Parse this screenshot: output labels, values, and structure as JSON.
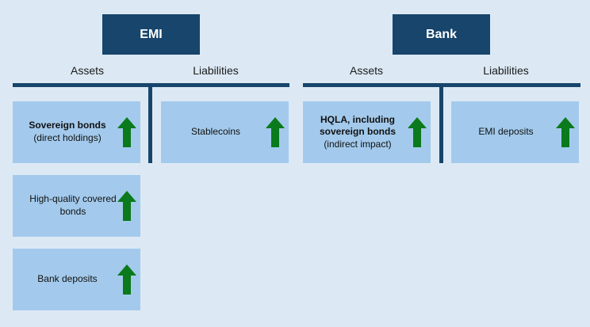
{
  "emi": {
    "title": "EMI",
    "assets_label": "Assets",
    "liabilities_label": "Liabilities",
    "assets": [
      {
        "bold": "Sovereign bonds",
        "normal": "(direct holdings)",
        "direction": "up"
      },
      {
        "bold": "",
        "normal": "High-quality covered bonds",
        "direction": "up"
      },
      {
        "bold": "",
        "normal": "Bank deposits",
        "direction": "up"
      }
    ],
    "liabilities": [
      {
        "bold": "",
        "normal": "Stablecoins",
        "direction": "up"
      }
    ]
  },
  "bank": {
    "title": "Bank",
    "assets_label": "Assets",
    "liabilities_label": "Liabilities",
    "assets": [
      {
        "bold": "HQLA, including sovereign bonds",
        "normal": "(indirect impact)",
        "direction": "up"
      }
    ],
    "liabilities": [
      {
        "bold": "",
        "normal": "EMI deposits",
        "direction": "up"
      }
    ]
  },
  "colors": {
    "header_bg": "#17456b",
    "box_bg": "#a3caec",
    "arrow": "#0a7a1c",
    "page_bg": "#dce9f4"
  }
}
